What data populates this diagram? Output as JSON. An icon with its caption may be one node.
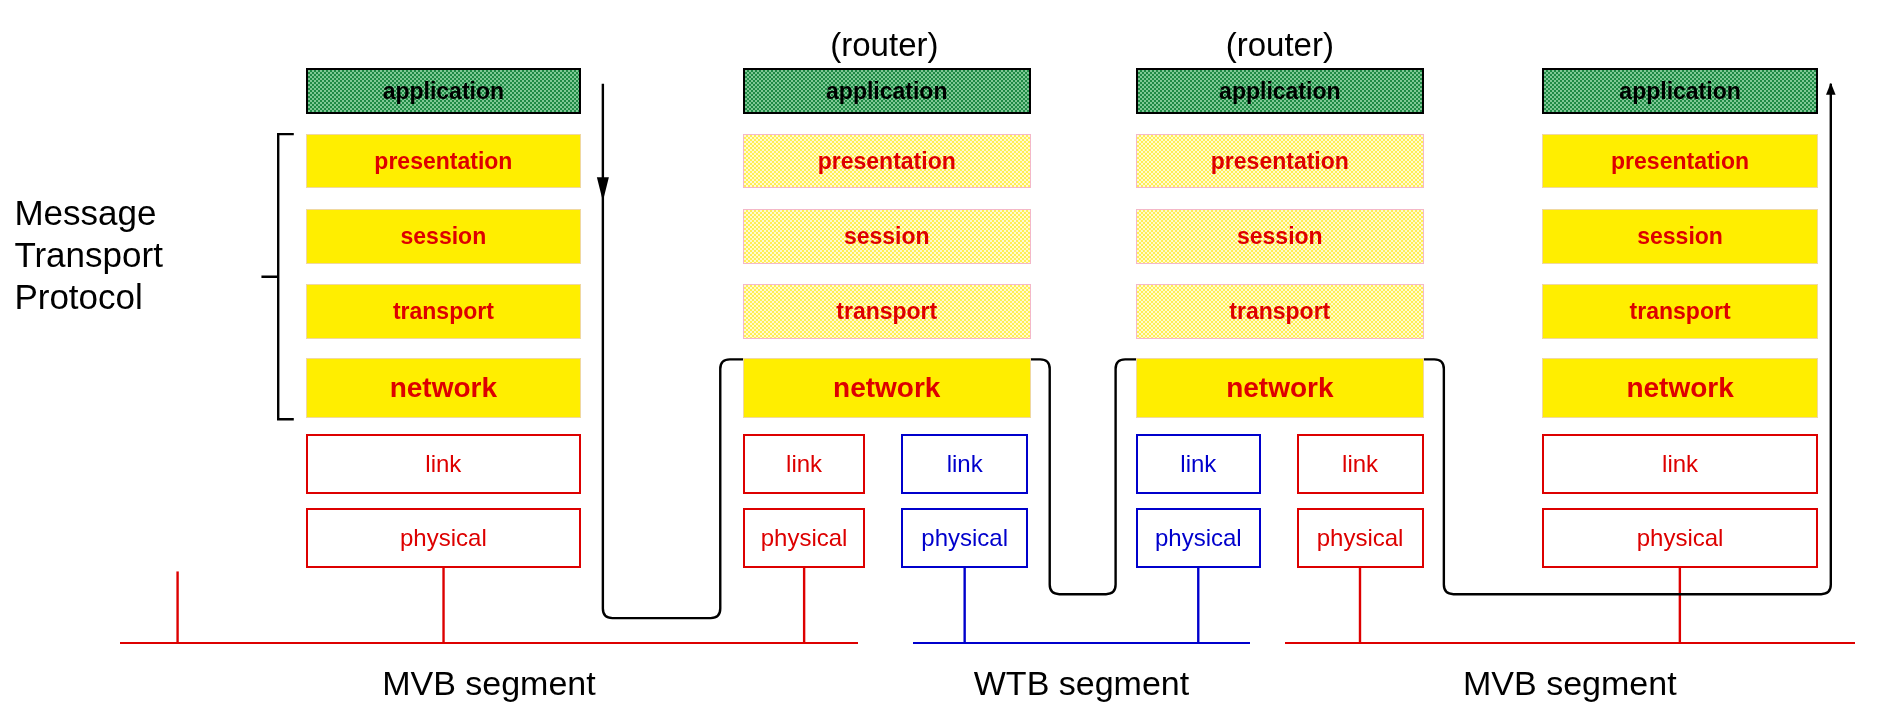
{
  "diagram": {
    "nodes": [
      {
        "text": [
          "application"
        ]
      },
      {
        "text": [
          "presentation"
        ]
      },
      {
        "text": [
          "session"
        ]
      },
      {
        "text": [
          "transport"
        ]
      },
      {
        "text": [
          "network"
        ]
      },
      {
        "text": [
          "link"
        ]
      },
      {
        "text": [
          "physical"
        ]
      },
      {
        "text": [
          "application"
        ]
      },
      {
        "text": [
          "presentation"
        ]
      },
      {
        "text": [
          "session"
        ]
      },
      {
        "text": [
          "transport"
        ]
      },
      {
        "text": [
          "network"
        ]
      },
      {
        "text": [
          "link"
        ]
      },
      {
        "text": [
          "link"
        ]
      },
      {
        "text": [
          "physical"
        ]
      },
      {
        "text": [
          "physical"
        ]
      },
      {
        "text": [
          "application"
        ]
      },
      {
        "text": [
          "presentation"
        ]
      },
      {
        "text": [
          "session"
        ]
      },
      {
        "text": [
          "transport"
        ]
      },
      {
        "text": [
          "network"
        ]
      },
      {
        "text": [
          "link"
        ]
      },
      {
        "text": [
          "link"
        ]
      },
      {
        "text": [
          "physical"
        ]
      },
      {
        "text": [
          "physical"
        ]
      },
      {
        "text": [
          "application"
        ]
      },
      {
        "text": [
          "presentation"
        ]
      },
      {
        "text": [
          "session"
        ]
      },
      {
        "text": [
          "transport"
        ]
      },
      {
        "text": [
          "network"
        ]
      },
      {
        "text": [
          "link"
        ]
      },
      {
        "text": [
          "physical"
        ]
      },
      {
        "text": [
          "MVB segment"
        ]
      },
      {
        "text": [
          "WTB segment"
        ]
      },
      {
        "text": [
          "MVB segment"
        ]
      }
    ],
    "edges": [
      {
        "from": 6,
        "to": 32,
        "arrow": "none"
      },
      {
        "from": 14,
        "to": 32,
        "arrow": "none"
      },
      {
        "from": 15,
        "to": 33,
        "arrow": "none",
        "color": "#0000cc"
      },
      {
        "from": 23,
        "to": 33,
        "arrow": "none",
        "color": "#0000cc"
      },
      {
        "from": 24,
        "to": 34,
        "arrow": "none"
      },
      {
        "from": 31,
        "to": 34,
        "arrow": "none"
      },
      {
        "from": null,
        "to": 32,
        "arrow": "none"
      },
      {
        "from": 0,
        "to": 25,
        "arrow": "to",
        "color": "#000000"
      }
    ],
    "labels": [
      "(router)",
      "(router)",
      "Message Transport Protocol"
    ]
  }
}
